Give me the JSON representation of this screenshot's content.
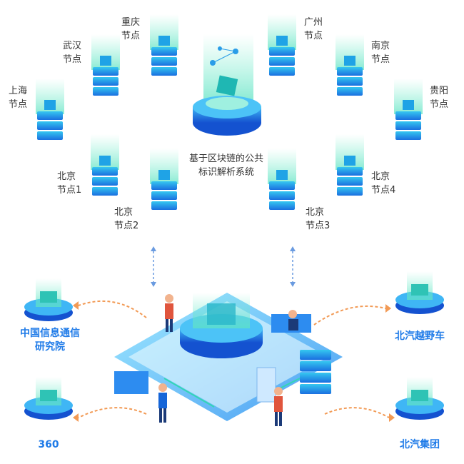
{
  "nodes": [
    {
      "id": "chongqing",
      "line1": "重庆",
      "line2": "节点"
    },
    {
      "id": "wuhan",
      "line1": "武汉",
      "line2": "节点"
    },
    {
      "id": "shanghai",
      "line1": "上海",
      "line2": "节点"
    },
    {
      "id": "guangzhou",
      "line1": "广州",
      "line2": "节点"
    },
    {
      "id": "nanjing",
      "line1": "南京",
      "line2": "节点"
    },
    {
      "id": "guiyang",
      "line1": "贵阳",
      "line2": "节点"
    },
    {
      "id": "beijing1",
      "line1": "北京",
      "line2": "节点1"
    },
    {
      "id": "beijing2",
      "line1": "北京",
      "line2": "节点2"
    },
    {
      "id": "beijing3",
      "line1": "北京",
      "line2": "节点3"
    },
    {
      "id": "beijing4",
      "line1": "北京",
      "line2": "节点4"
    }
  ],
  "center": {
    "line1": "基于区块链的公共",
    "line2": "标识解析系统"
  },
  "partners": {
    "caict": {
      "line1": "中国信息通信",
      "line2": "研究院"
    },
    "s360": {
      "line1": "360"
    },
    "baic_offroad": {
      "line1": "北汽越野车"
    },
    "baic_group": {
      "line1": "北汽集团"
    }
  },
  "colors": {
    "accent": "#1f7be8",
    "teal": "#33d6b5",
    "deep": "#1565d8"
  }
}
